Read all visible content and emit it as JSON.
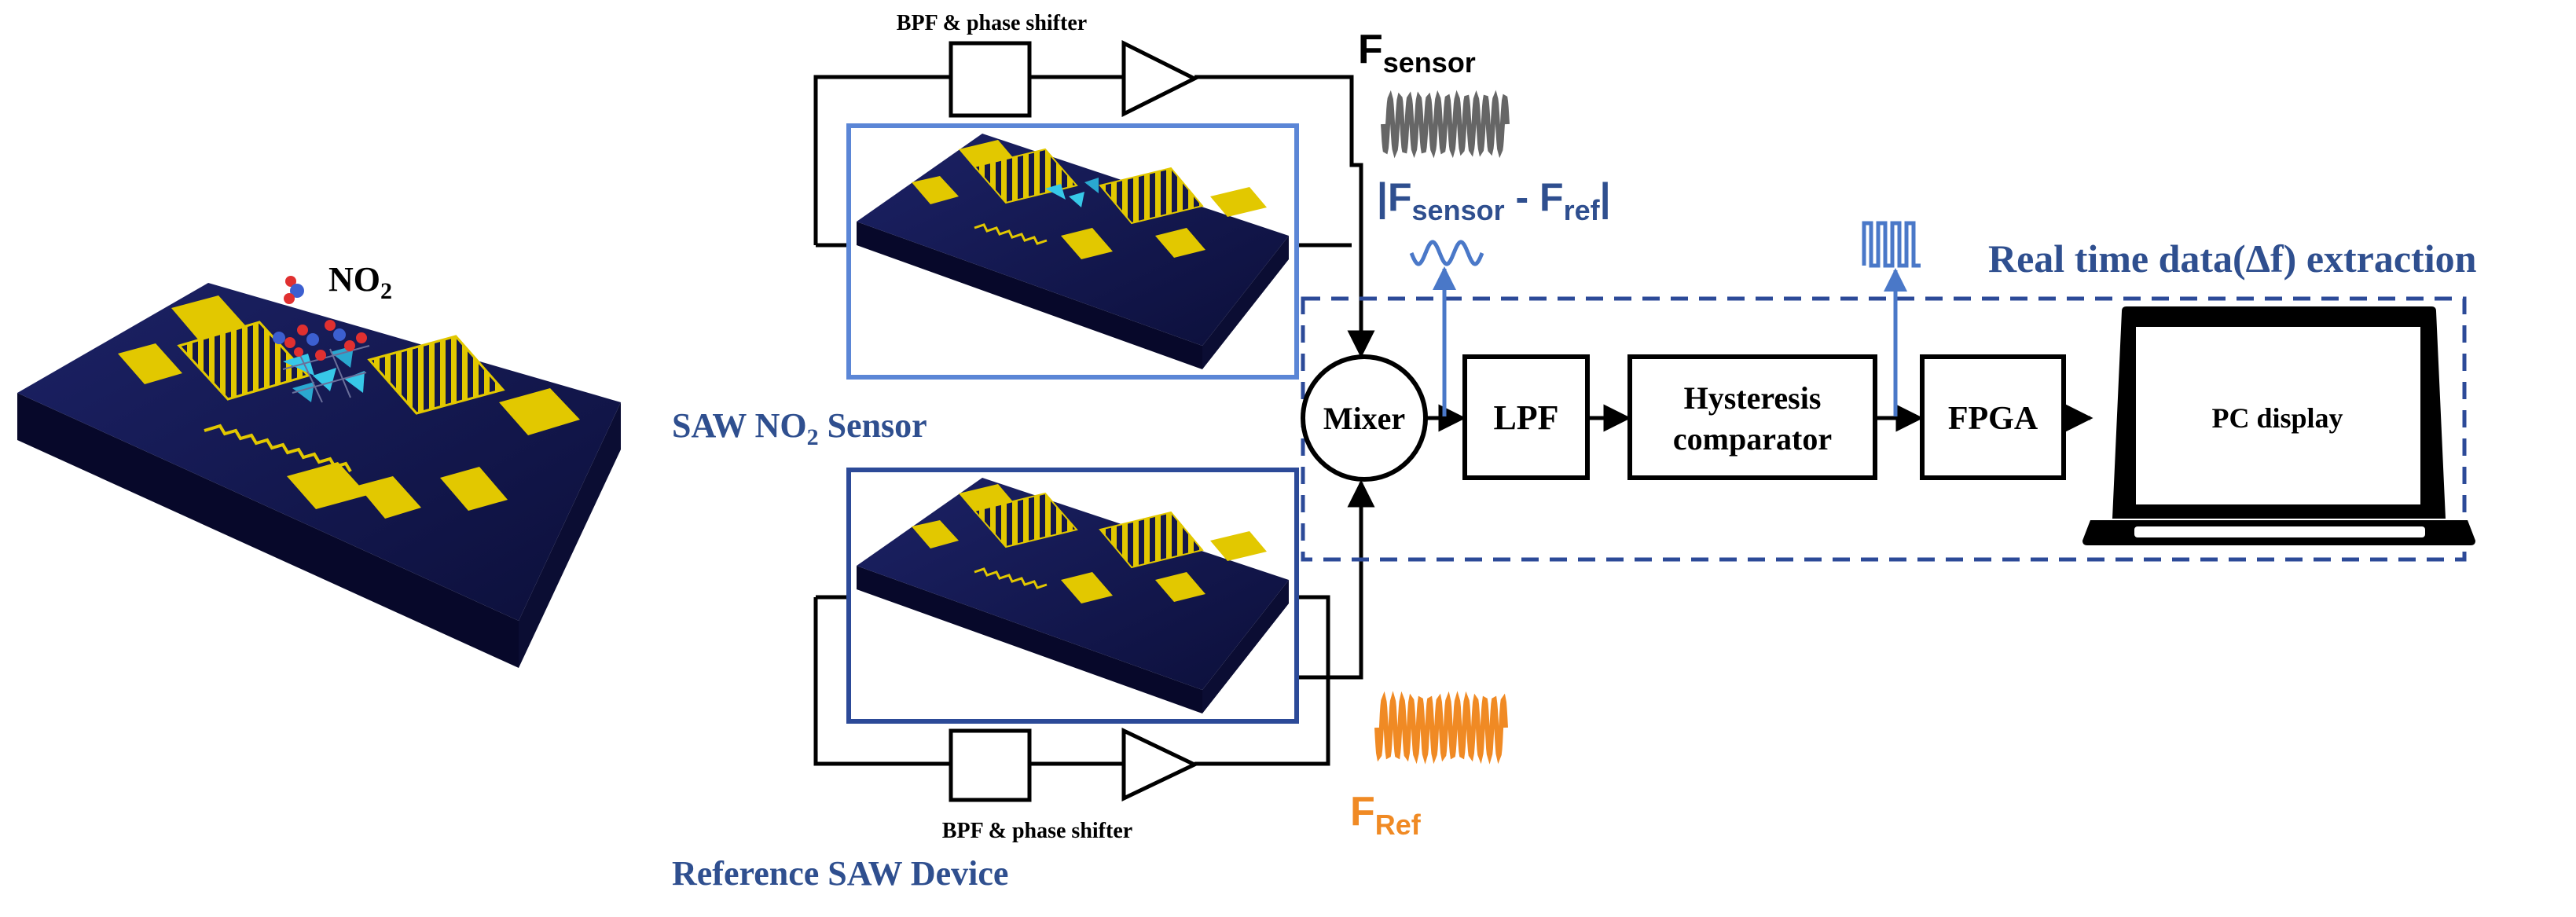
{
  "labels": {
    "no2_base": "NO",
    "no2_sub": "2",
    "bpf_top": "BPF & phase shifter",
    "bpf_bottom": "BPF & phase shifter",
    "fsensor_base": "F",
    "fsensor_sub": "sensor",
    "fref_base": "F",
    "fref_sub": "Ref",
    "diff_open": "|F",
    "diff_sub1": "sensor",
    "diff_mid": " - F",
    "diff_sub2": "ref",
    "diff_close": "|",
    "realtime": "Real time data(Δf) extraction",
    "saw_sensor_pre": "SAW NO",
    "saw_sensor_sub": "2",
    "saw_sensor_post": " Sensor",
    "reference_device": "Reference SAW Device",
    "mixer": "Mixer",
    "lpf": "LPF",
    "hysteresis_line1": "Hysteresis",
    "hysteresis_line2": "comparator",
    "fpga": "FPGA",
    "pc_display": "PC display"
  },
  "colors": {
    "chip_body": "#14174a",
    "chip_side": "#07082a",
    "electrode": "#e2c800",
    "blue_label": "#2f4f8f",
    "blue_line": "#4a78c8",
    "device_frame_top": "#5b86d6",
    "device_frame_bottom": "#2c4a98",
    "orange": "#f08a24",
    "wave_gray": "#666666",
    "dashed_box": "#2c4a98",
    "triangle": "#37c8e8"
  }
}
